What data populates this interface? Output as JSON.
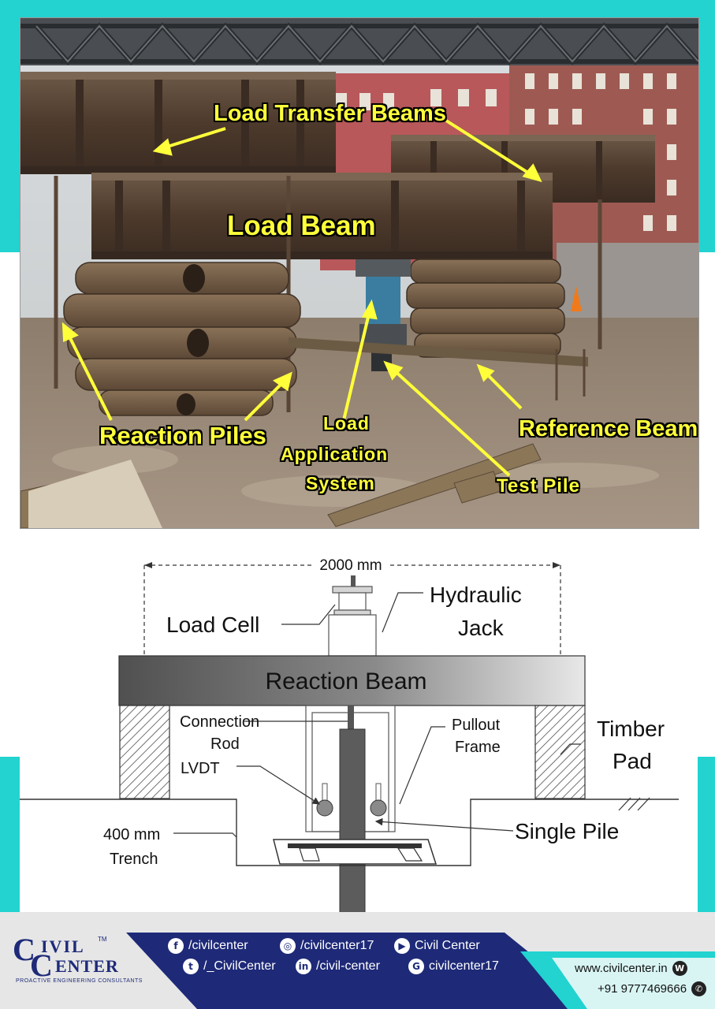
{
  "photo": {
    "labels": {
      "load_transfer_beams": "Load Transfer Beams",
      "load_beam": "Load Beam",
      "reaction_piles": "Reaction Piles",
      "load_application_line1": "Load",
      "load_application_line2": "Application",
      "load_application_line3": "System",
      "reference_beam": "Reference Beam",
      "test_pile": "Test Pile"
    }
  },
  "diagram": {
    "dimension": "2000 mm",
    "load_cell": "Load Cell",
    "hydraulic_line1": "Hydraulic",
    "hydraulic_line2": "Jack",
    "reaction_beam": "Reaction Beam",
    "connection_line1": "Connection",
    "connection_line2": "Rod",
    "pullout_line1": "Pullout",
    "pullout_line2": "Frame",
    "timber_line1": "Timber",
    "timber_line2": "Pad",
    "lvdt": "LVDT",
    "trench_line1": "400 mm",
    "trench_line2": "Trench",
    "single_pile": "Single Pile"
  },
  "footer": {
    "logo_letter_c1": "C",
    "logo_ivil": "IVIL",
    "logo_tm": "TM",
    "logo_letter_c2": "C",
    "logo_enter": "ENTER",
    "logo_tagline": "Proactive Engineering Consultants",
    "social": {
      "facebook": "/civilcenter",
      "instagram": "/civilcenter17",
      "youtube": "Civil Center",
      "twitter": "/_CivilCenter",
      "linkedin": "/civil-center",
      "google": "civilcenter17"
    },
    "website": "www.civilcenter.in",
    "phone": "+91 9777469666"
  },
  "colors": {
    "accent_cyan": "#22d3d0",
    "footer_blue": "#1e2a78",
    "label_yellow": "#ffff3a"
  }
}
